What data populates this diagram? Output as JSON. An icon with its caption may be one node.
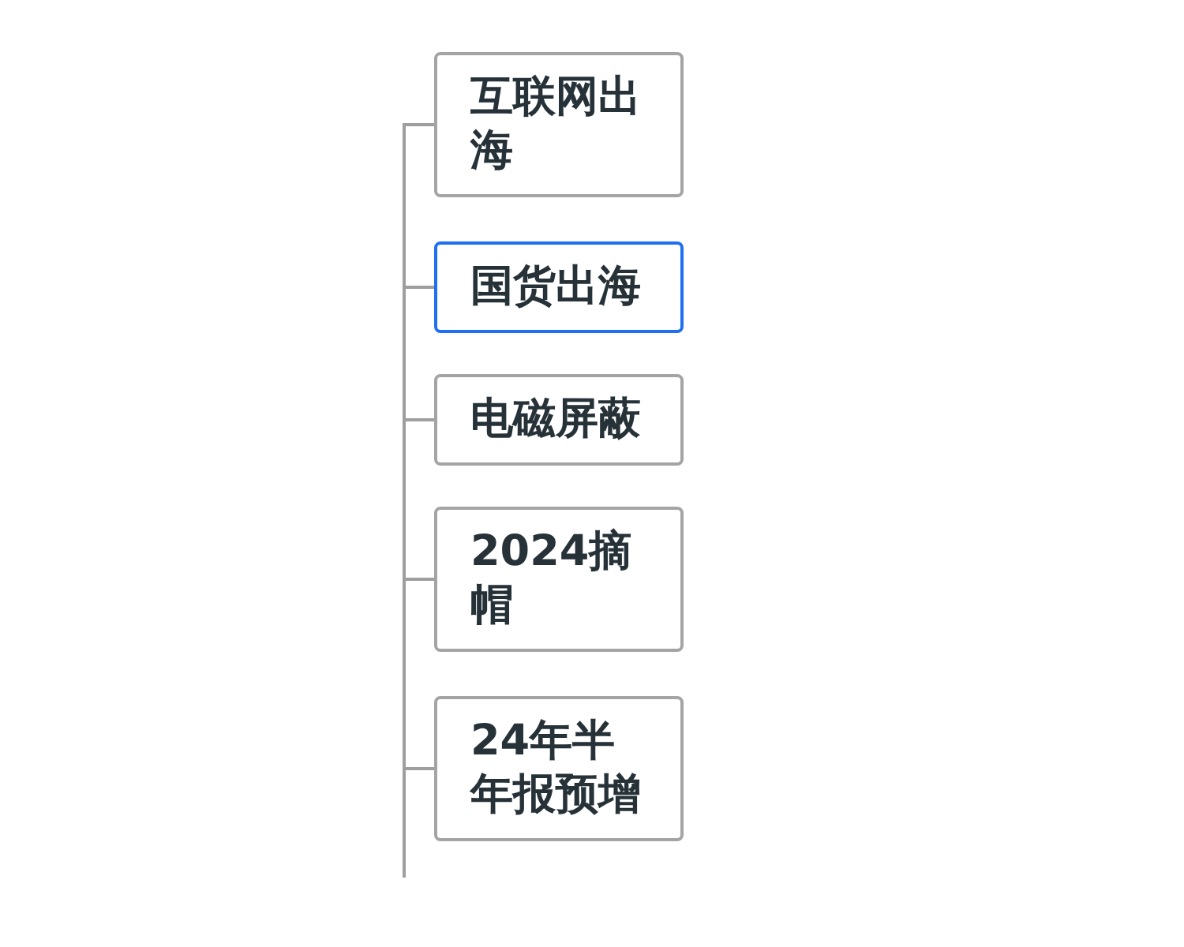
{
  "diagram": {
    "nodes": [
      {
        "text": [
          "互联网出海"
        ]
      },
      {
        "text": [
          "国货出海"
        ]
      },
      {
        "text": [
          "电磁屏蔽"
        ]
      },
      {
        "text": [
          "2024摘帽"
        ]
      },
      {
        "text": [
          "24年半年报预增"
        ]
      }
    ],
    "edges": [
      {
        "from": null,
        "to": 0,
        "arrow": "none"
      },
      {
        "from": null,
        "to": 1,
        "arrow": "none"
      },
      {
        "from": null,
        "to": 2,
        "arrow": "none"
      },
      {
        "from": null,
        "to": 3,
        "arrow": "none"
      },
      {
        "from": null,
        "to": 4,
        "arrow": "none"
      }
    ]
  }
}
